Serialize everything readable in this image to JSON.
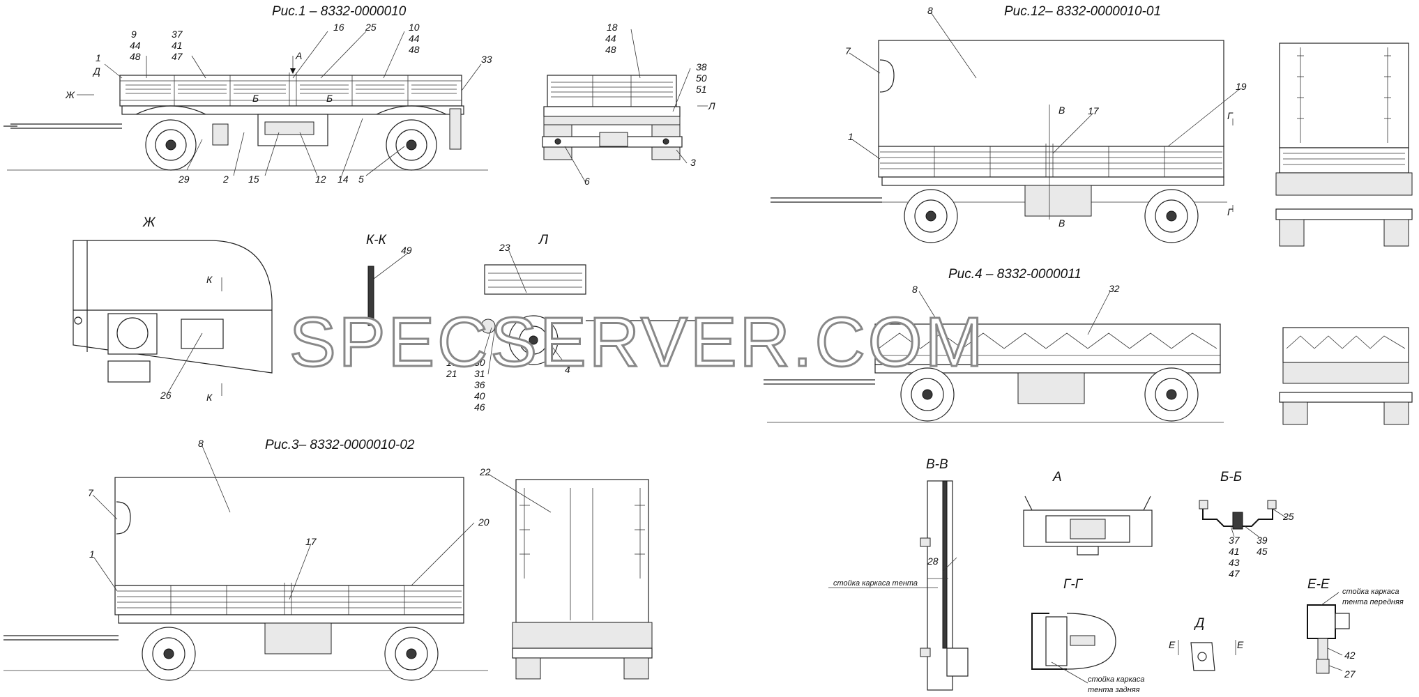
{
  "watermark": "SPECSERVER.COM",
  "titles": {
    "fig1": "Рис.1 – 8332-0000010",
    "fig12": "Рис.12– 8332-0000010-01",
    "fig3": "Рис.3– 8332-0000010-02",
    "fig4": "Рис.4 – 8332-0000011"
  },
  "views": {
    "zh": "Ж",
    "kk": "К-К",
    "l": "Л",
    "vv": "В-В",
    "a": "А",
    "bb": "Б-Б",
    "gg": "Г-Г",
    "d": "Д",
    "ee": "Е-Е"
  },
  "section_marks": {
    "d": "Д",
    "zh": "Ж",
    "a": "А",
    "b": "Б",
    "l": "Л",
    "v": "В",
    "g": "Г",
    "k": "К",
    "e": "Е"
  },
  "notes": {
    "post_front": "стойка каркаса тента",
    "post_rear_1": "стойка каркаса",
    "post_rear_2": "тента задняя",
    "post_front_ee_1": "стойка каркаса",
    "post_front_ee_2": "тента передняя"
  },
  "callouts": {
    "fig1": [
      "1",
      "9",
      "44",
      "48",
      "37",
      "41",
      "47",
      "16",
      "25",
      "10",
      "44",
      "48",
      "33",
      "29",
      "2",
      "15",
      "12",
      "14",
      "5"
    ],
    "rear1": [
      "18",
      "44",
      "48",
      "38",
      "50",
      "51",
      "6",
      "3"
    ],
    "fig12": [
      "8",
      "7",
      "1",
      "17",
      "19"
    ],
    "zh": [
      "26"
    ],
    "kk": [
      "49"
    ],
    "l": [
      "23",
      "4",
      "13",
      "21",
      "30",
      "31",
      "36",
      "40",
      "46"
    ],
    "fig4": [
      "8",
      "32"
    ],
    "fig3": [
      "8",
      "7",
      "1",
      "17",
      "20",
      "22"
    ],
    "vv": [
      "28"
    ],
    "bb": [
      "25",
      "37",
      "41",
      "43",
      "47",
      "39",
      "45"
    ],
    "ee": [
      "42",
      "27"
    ]
  }
}
